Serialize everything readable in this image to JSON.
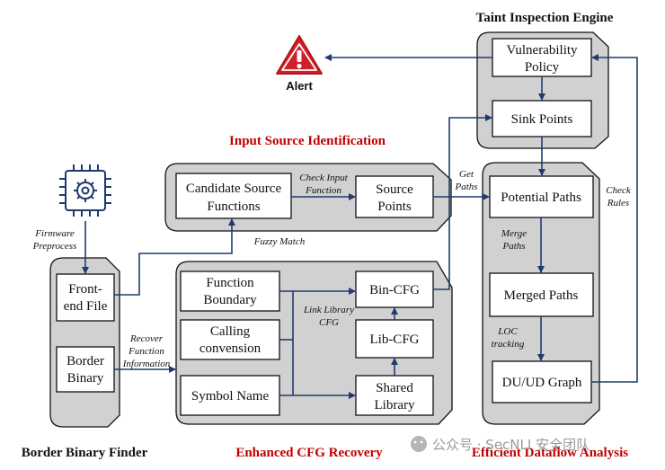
{
  "titles": {
    "taint_engine": "Taint Inspection Engine",
    "input_source": "Input Source Identification",
    "border_finder": "Border Binary Finder",
    "cfg_recovery": "Enhanced CFG Recovery",
    "dataflow": "Efficient Dataflow Analysis"
  },
  "alert": {
    "label": "Alert",
    "icon": "warning-triangle-icon",
    "color": "#d0202a"
  },
  "boxes": {
    "vulnerability_policy": [
      "Vulnerability",
      "Policy"
    ],
    "sink_points": [
      "Sink Points"
    ],
    "candidate_source_functions": [
      "Candidate Source",
      "Functions"
    ],
    "source_points": [
      "Source",
      "Points"
    ],
    "potential_paths": [
      "Potential Paths"
    ],
    "merged_paths": [
      "Merged Paths"
    ],
    "du_ud_graph": [
      "DU/UD Graph"
    ],
    "front_end_file": [
      "Front-",
      "end File"
    ],
    "border_binary": [
      "Border",
      "Binary"
    ],
    "function_boundary": [
      "Function",
      "Boundary"
    ],
    "calling_convension": [
      "Calling",
      "convension"
    ],
    "symbol_name": [
      "Symbol Name"
    ],
    "bin_cfg": [
      "Bin-CFG"
    ],
    "lib_cfg": [
      "Lib-CFG"
    ],
    "shared_library": [
      "Shared",
      "Library"
    ]
  },
  "edge_labels": {
    "check_input_function": [
      "Check Input",
      "Function"
    ],
    "get_paths": [
      "Get",
      "Paths"
    ],
    "check_rules": [
      "Check",
      "Rules"
    ],
    "merge_paths": [
      "Merge",
      "Paths"
    ],
    "loc_tracking": [
      "LOC",
      "tracking"
    ],
    "fuzzy_match": [
      "Fuzzy Match"
    ],
    "firmware_preprocess": [
      "Firmware",
      "Preprocess"
    ],
    "recover_function_information": [
      "Recover",
      "Function",
      "Information"
    ],
    "link_library_cfg": [
      "Link Library",
      "CFG"
    ]
  },
  "watermark": "公众号 · SecNLI 安全团队",
  "colors": {
    "arrow": "#1f3b6e",
    "panel": "#d1d1d1",
    "section_title": "#c00000",
    "chip_icon": "#1f3b6e"
  }
}
